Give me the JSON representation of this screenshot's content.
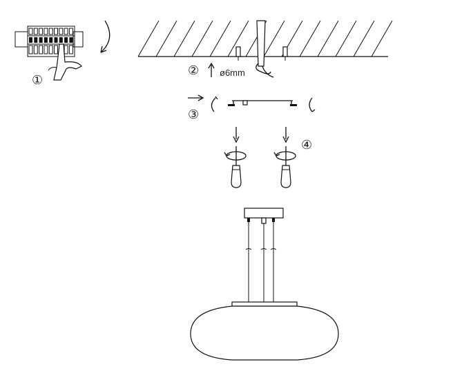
{
  "steps": {
    "step1": "①",
    "step2": "②",
    "step3": "③",
    "step4": "④"
  },
  "drill_label": "ø6mm",
  "colors": {
    "line": "#111111",
    "background": "#ffffff"
  },
  "icons": [
    "breaker-panel-icon",
    "hand-pointer-icon",
    "ceiling-hatch-icon",
    "drill-bit-icon",
    "mounting-bracket-icon",
    "screwdriver-icon",
    "pendant-lamp-icon"
  ]
}
